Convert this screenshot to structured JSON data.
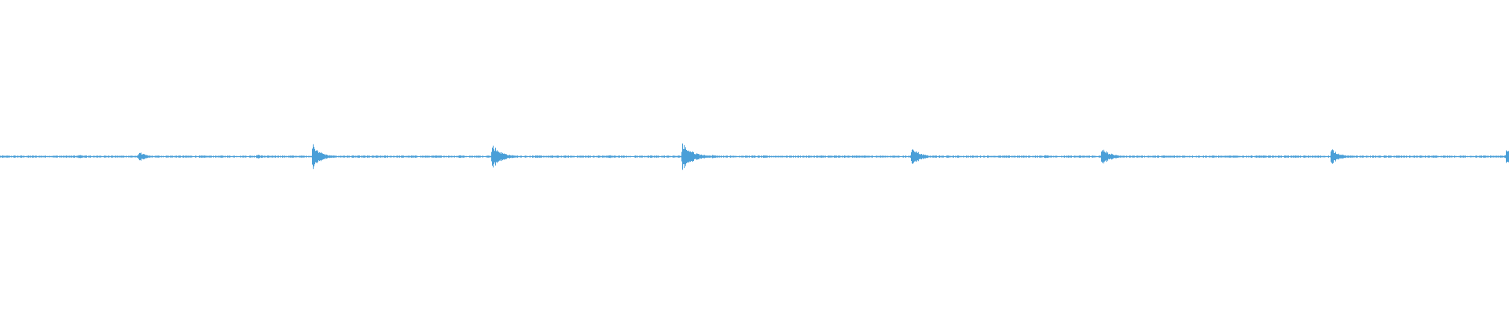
{
  "waveform": {
    "color": "#4a9fd8",
    "background": "#ffffff",
    "baseline_amplitude": 0.003,
    "bursts": [
      {
        "position": 0.052,
        "amplitude": 0.008,
        "decay": 0.004
      },
      {
        "position": 0.092,
        "amplitude": 0.018,
        "decay": 0.004
      },
      {
        "position": 0.17,
        "amplitude": 0.008,
        "decay": 0.004
      },
      {
        "position": 0.207,
        "amplitude": 0.045,
        "decay": 0.005
      },
      {
        "position": 0.304,
        "amplitude": 0.006,
        "decay": 0.004
      },
      {
        "position": 0.326,
        "amplitude": 0.042,
        "decay": 0.006
      },
      {
        "position": 0.403,
        "amplitude": 0.006,
        "decay": 0.004
      },
      {
        "position": 0.452,
        "amplitude": 0.045,
        "decay": 0.007
      },
      {
        "position": 0.472,
        "amplitude": 0.006,
        "decay": 0.004
      },
      {
        "position": 0.567,
        "amplitude": 0.005,
        "decay": 0.004
      },
      {
        "position": 0.604,
        "amplitude": 0.036,
        "decay": 0.005
      },
      {
        "position": 0.692,
        "amplitude": 0.006,
        "decay": 0.004
      },
      {
        "position": 0.73,
        "amplitude": 0.028,
        "decay": 0.006
      },
      {
        "position": 0.832,
        "amplitude": 0.005,
        "decay": 0.004
      },
      {
        "position": 0.851,
        "amplitude": 0.005,
        "decay": 0.004
      },
      {
        "position": 0.882,
        "amplitude": 0.03,
        "decay": 0.005
      },
      {
        "position": 0.95,
        "amplitude": 0.004,
        "decay": 0.004
      },
      {
        "position": 0.998,
        "amplitude": 0.032,
        "decay": 0.003
      }
    ]
  }
}
